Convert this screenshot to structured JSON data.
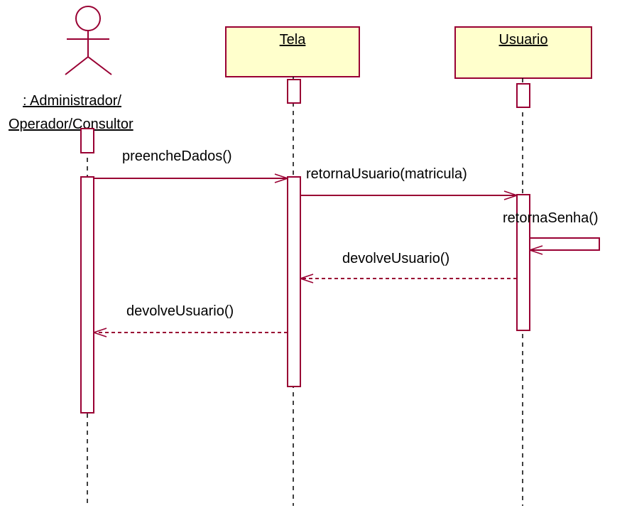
{
  "diagram": {
    "actor": {
      "label_line1": ": Administrador/",
      "label_line2": "Operador/Consultor"
    },
    "objects": {
      "tela": "Tela",
      "usuario": "Usuario"
    },
    "messages": {
      "m1": "preencheDados()",
      "m2": "retornaUsuario(matricula)",
      "m3": "retornaSenha()",
      "m4": "devolveUsuario()",
      "m5": "devolveUsuario()"
    },
    "colors": {
      "object_fill": "#ffffcc",
      "line": "#990033",
      "text": "#000000"
    }
  }
}
